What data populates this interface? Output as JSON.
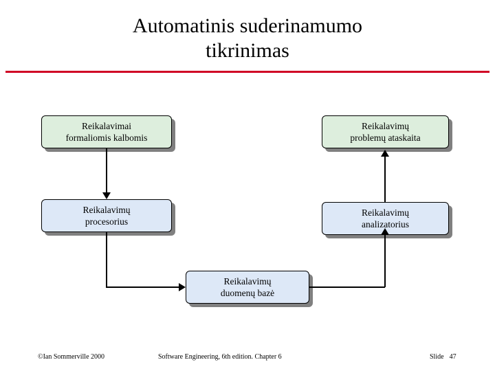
{
  "slide": {
    "title_line1": "Automatinis suderinamumo",
    "title_line2": "tikrinimas",
    "accent_color": "#d00024",
    "box_green": "#ddeedd",
    "box_blue": "#dde8f7",
    "shadow_color": "#808080"
  },
  "diagram": {
    "boxes": [
      {
        "id": "reikalavimai-formaliomis-kalbomis",
        "line1": "Reikalavimai",
        "line2": "formaliomis  kalbomis",
        "color": "green"
      },
      {
        "id": "reikalavimu-problemu-ataskaita",
        "line1": "Reikalavimų",
        "line2": "problemų ataskaita",
        "color": "green"
      },
      {
        "id": "reikalavimu-procesorius",
        "line1": "Reikalavimų",
        "line2": "procesorius",
        "color": "blue"
      },
      {
        "id": "reikalavimu-analizatorius",
        "line1": "Reikalavimų",
        "line2": "analizatorius",
        "color": "blue"
      },
      {
        "id": "reikalavimu-duomenu-baze",
        "line1": "Reikalavimų",
        "line2": "duomenų bazė",
        "color": "blue"
      }
    ]
  },
  "footer": {
    "copyright": "©Ian Sommerville 2000",
    "center": "Software Engineering, 6th edition. Chapter 6",
    "slide_label": "Slide",
    "slide_number": "47"
  }
}
